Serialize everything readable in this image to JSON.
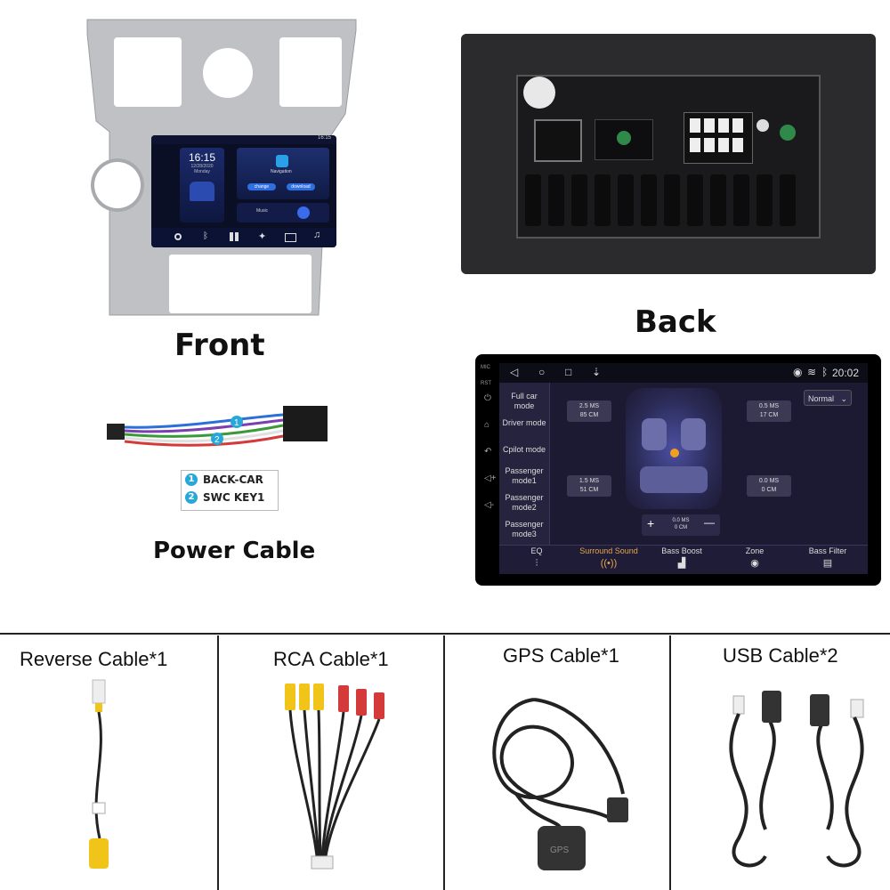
{
  "top": {
    "front_label": "Front",
    "back_label": "Back",
    "power_cable_label": "Power Cable",
    "power_legend": [
      {
        "num": "1",
        "text": "BACK-CAR"
      },
      {
        "num": "2",
        "text": "SWC KEY1"
      }
    ]
  },
  "front_screen": {
    "time": "16:15",
    "date": "12/28/2020",
    "weekday": "Monday",
    "status_time": "16:15",
    "btn_change": "change",
    "btn_download": "download",
    "music_label": "Music",
    "nav_label": "Navigation"
  },
  "dsp": {
    "status_time": "20:02",
    "side_labels": [
      "MIC",
      "RST"
    ],
    "preset": "Normal",
    "modes": [
      "Full car mode",
      "Driver mode",
      "Cpilot mode",
      "Passenger mode1",
      "Passenger mode2",
      "Passenger mode3"
    ],
    "delays": {
      "front_left": [
        "2.5 MS",
        "85 CM"
      ],
      "front_right": [
        "0.5 MS",
        "17 CM"
      ],
      "rear_left": [
        "1.5 MS",
        "51 CM"
      ],
      "rear_right": [
        "0.0 MS",
        "0 CM"
      ],
      "sub": [
        "0.0 MS",
        "0 CM"
      ]
    },
    "plus": "+",
    "minus": "—",
    "tabs": [
      {
        "label": "EQ",
        "icon": "equalizer-icon"
      },
      {
        "label": "Surround Sound",
        "icon": "surround-icon"
      },
      {
        "label": "Bass Boost",
        "icon": "bass-boost-icon"
      },
      {
        "label": "Zone",
        "icon": "zone-icon"
      },
      {
        "label": "Bass Filter",
        "icon": "bass-filter-icon"
      }
    ],
    "active_tab": "Surround Sound"
  },
  "accessories": [
    {
      "title": "Reverse Cable*1"
    },
    {
      "title": "RCA Cable*1"
    },
    {
      "title": "GPS Cable*1"
    },
    {
      "title": "USB Cable*2"
    }
  ],
  "colors": {
    "accent_blue": "#27a8d8",
    "active_tab": "#e8a64a",
    "bezel": "#bfc1c4"
  }
}
